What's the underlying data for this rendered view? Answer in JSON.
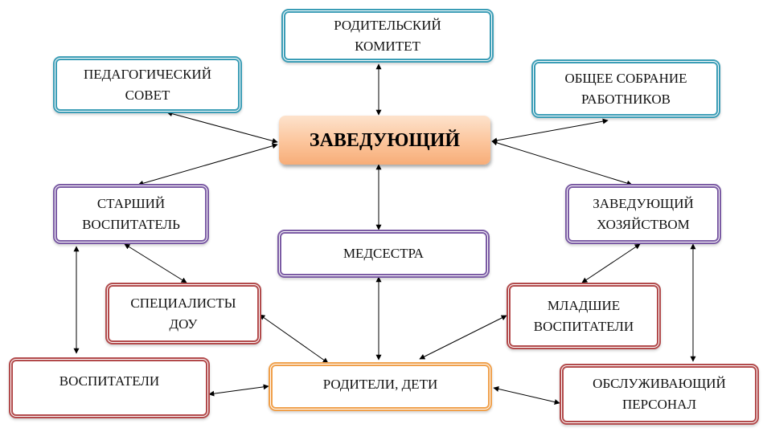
{
  "nodes": {
    "head": "ЗАВЕДУЮЩИЙ",
    "parent_committee": "РОДИТЕЛЬСКИЙ\nКОМИТЕТ",
    "pedagogical_council": "ПЕДАГОГИЧЕСКИЙ\nСОВЕТ",
    "general_meeting": "ОБЩЕЕ СОБРАНИЕ\nРАБОТНИКОВ",
    "senior_teacher": "СТАРШИЙ\nВОСПИТАТЕЛЬ",
    "nurse": "МЕДСЕСТРА",
    "household_manager": "ЗАВЕДУЮЩИЙ\nХОЗЯЙСТВОМ",
    "specialists": "СПЕЦИАЛИСТЫ\nДОУ",
    "junior_teachers": "МЛАДШИЕ\nВОСПИТАТЕЛИ",
    "teachers": "ВОСПИТАТЕЛИ",
    "parents_children": "РОДИТЕЛИ, ДЕТИ",
    "service_staff": "ОБСЛУЖИВАЮЩИЙ\nПЕРСОНАЛ"
  },
  "colors": {
    "teal": "#3b9db6",
    "purple": "#7b5ba4",
    "red": "#b24a4b",
    "orange": "#f0a04b",
    "head_fill": "#fcc79f",
    "arrow": "#000000"
  }
}
